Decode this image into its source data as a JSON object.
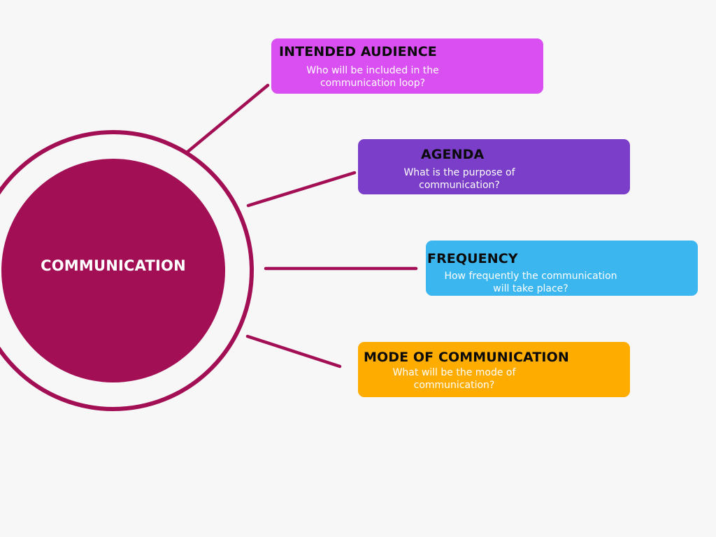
{
  "colors": {
    "background": "#f7f7f7",
    "hub": "#a30f55",
    "connector": "#a30f55",
    "audience": "#d94ff2",
    "agenda": "#7b3ec8",
    "frequency": "#3bb6ef",
    "mode": "#ffac00"
  },
  "hub": {
    "label": "COMMUNICATION"
  },
  "cards": {
    "audience": {
      "title": "INTENDED AUDIENCE",
      "desc_line1": "Who will be included in the",
      "desc_line2": "communication loop?"
    },
    "agenda": {
      "title": "AGENDA",
      "desc_line1": "What is the purpose of",
      "desc_line2": "communication?"
    },
    "frequency": {
      "title": "FREQUENCY",
      "desc_line1": "How frequently the communication",
      "desc_line2": "will take place?"
    },
    "mode": {
      "title": "MODE OF COMMUNICATION",
      "desc_line1": "What will be the mode of",
      "desc_line2": "communication?"
    }
  }
}
